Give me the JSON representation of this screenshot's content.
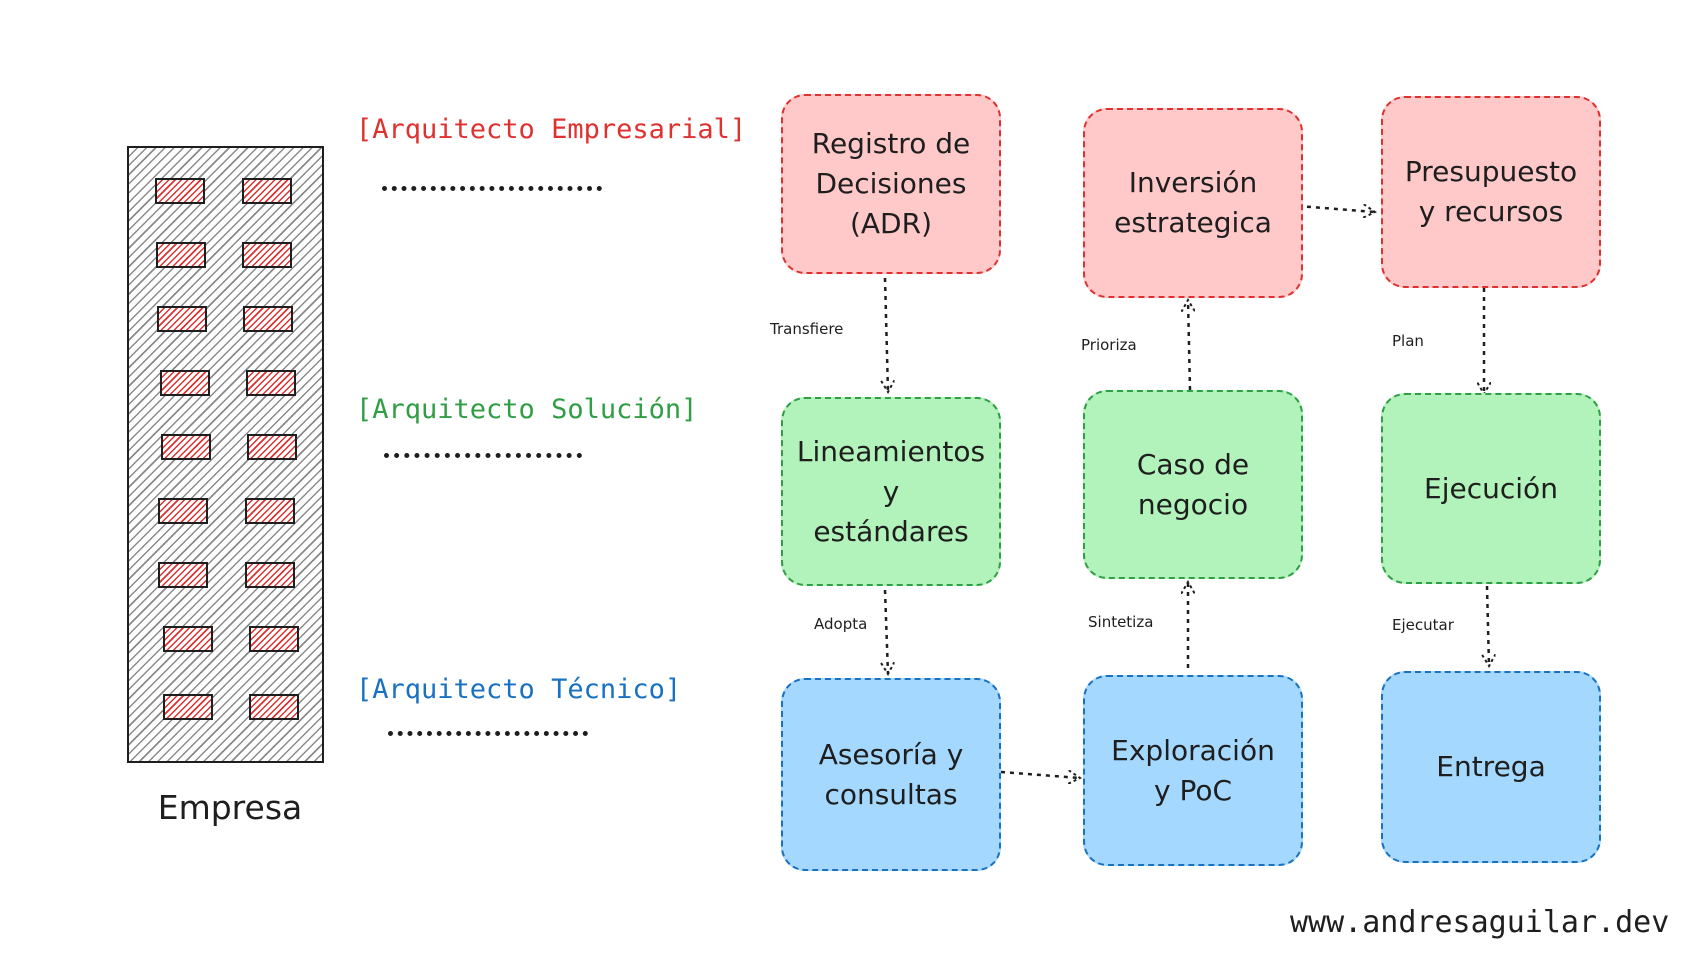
{
  "company": {
    "label": "Empresa"
  },
  "roles": {
    "enterprise": {
      "label": "[Arquitecto Empresarial]",
      "color": "#e03131"
    },
    "solution": {
      "label": "[Arquitecto Solución]",
      "color": "#2f9e44"
    },
    "technical": {
      "label": "[Arquitecto Técnico]",
      "color": "#1971c2"
    }
  },
  "nodes": {
    "adr": "Registro de\nDecisiones\n(ADR)",
    "inversion": "Inversión\nestrategica",
    "presupuesto": "Presupuesto\ny recursos",
    "lineamientos": "Lineamientos\ny\nestándares",
    "caso": "Caso de\nnegocio",
    "ejecucion": "Ejecución",
    "asesoria": "Asesoría y\nconsultas",
    "exploracion": "Exploración\ny PoC",
    "entrega": "Entrega"
  },
  "edges": {
    "transfiere": "Transfiere",
    "prioriza": "Prioriza",
    "plan": "Plan",
    "adopta": "Adopta",
    "sintetiza": "Sintetiza",
    "ejecutar": "Ejecutar"
  },
  "colors": {
    "red_fill": "#ffc9c9",
    "green_fill": "#b2f2bb",
    "blue_fill": "#a5d8ff",
    "ink": "#1e1e1e"
  },
  "footer": {
    "site": "www.andresaguilar.dev"
  }
}
